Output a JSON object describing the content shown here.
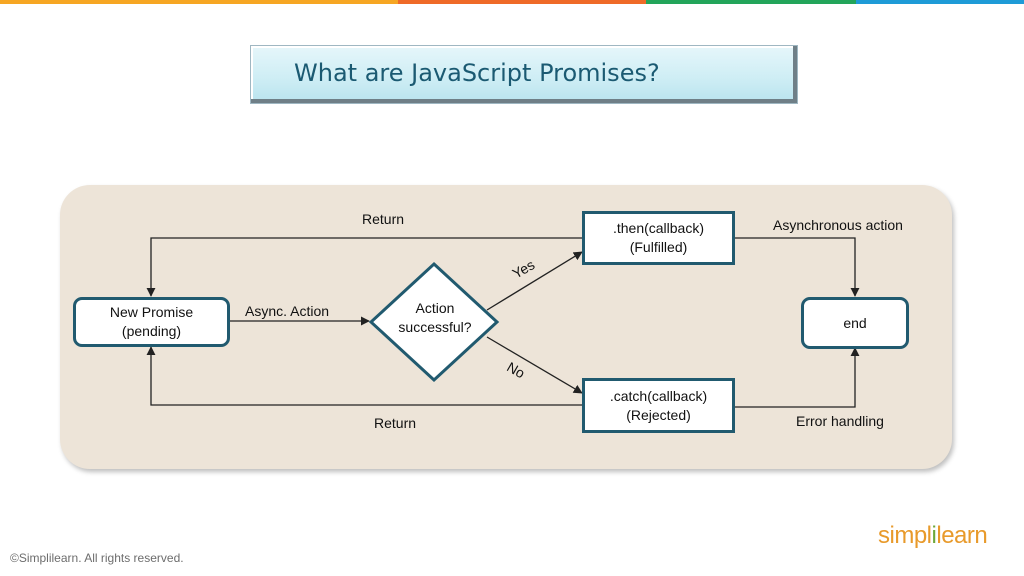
{
  "colors": {
    "top_bar": [
      "#f6a623",
      "#ef6a28",
      "#23a55a",
      "#1e9bd7"
    ],
    "node_border": "#215a6f",
    "panel_bg": "#ede4d8",
    "title_text": "#1b5a72",
    "logo_primary": "#e89a2b",
    "logo_secondary": "#6da83a"
  },
  "title": "What are JavaScript Promises?",
  "diagram": {
    "nodes": {
      "new_promise": [
        "New Promise",
        "(pending)"
      ],
      "decision": [
        "Action",
        "successful?"
      ],
      "then": [
        ".then(callback)",
        "(Fulfilled)"
      ],
      "catch": [
        ".catch(callback)",
        "(Rejected)"
      ],
      "end": "end"
    },
    "edge_labels": {
      "return_top": "Return",
      "async_action": "Async. Action",
      "yes": "Yes",
      "no": "No",
      "return_bottom": "Return",
      "asynchronous_action": "Asynchronous action",
      "error_handling": "Error handling"
    }
  },
  "footer": "©Simplilearn. All rights reserved.",
  "logo": {
    "part1": "simpl",
    "part2": "i",
    "part3": "learn"
  }
}
